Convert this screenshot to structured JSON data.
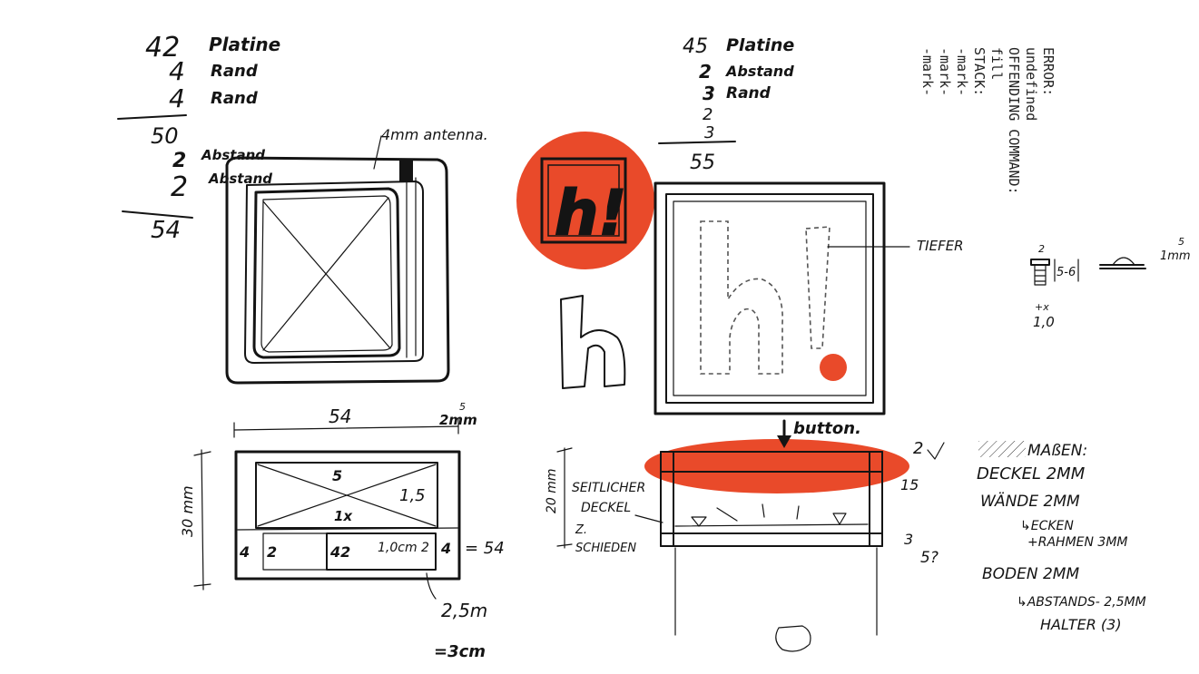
{
  "colors": {
    "ink": "#141414",
    "accent": "#e94a2a",
    "paper": "#ffffff"
  },
  "sketch1": {
    "sum_lines": [
      {
        "num": "42",
        "label": "Platine"
      },
      {
        "num": "4",
        "label": "Rand"
      },
      {
        "num": "4",
        "label": "Rand"
      }
    ],
    "subtotal": "50",
    "sum_lines2": [
      {
        "num": "2",
        "label": "Abstand"
      },
      {
        "num": "2",
        "label": "Abstand"
      }
    ],
    "total": "54",
    "antenna_label": "4mm antenna.",
    "section_width": "54",
    "section_height": "30 mm",
    "section_top_right": "2mm",
    "section_top_right_sup": "5",
    "section_inner_right": "1,5",
    "section_x": "5",
    "section_1x": "1x",
    "section_4_left": "4",
    "section_2": "2",
    "section_42": "42",
    "section_1cm": "1,0cm 2",
    "section_4_right": "4",
    "section_equals": "= 54",
    "section_25": "2,5m",
    "section_3cm": "=3cm"
  },
  "sketch2": {
    "sum_lines": [
      {
        "num": "45",
        "label": "Platine"
      },
      {
        "num": "2",
        "label": "Abstand"
      },
      {
        "num": "3",
        "label": "Rand"
      },
      {
        "num": "2",
        "label": ""
      },
      {
        "num": "3",
        "label": ""
      }
    ],
    "total": "55",
    "logo_text": "h!",
    "tiefer_label": "TIEFER",
    "button_label": "button.",
    "side_label_1": "SEITLICHER",
    "side_label_2": "DECKEL",
    "side_label_3": "Z.",
    "side_label_4": "SCHIEDEN",
    "side_height": "20 mm",
    "right_2": "2",
    "right_15": "15",
    "right_3": "3",
    "right_5": "5?"
  },
  "error_block": {
    "lines": [
      "ERROR:",
      "undefined",
      "OFFENDING COMMAND:",
      "fill",
      "STACK:",
      "-mark-",
      "-mark-",
      "-mark-"
    ]
  },
  "screw_detail": {
    "top": "2",
    "range": "5-6",
    "right_sup": "5",
    "right": "1mm",
    "bottom_small": "+x",
    "bottom": "1,0"
  },
  "notes": {
    "heading": "MAßEN:",
    "lines": [
      "DECKEL 2MM",
      "WÄNDE 2MM",
      "↳ECKEN",
      "+RAHMEN 3MM",
      "BODEN 2MM",
      "↳ABSTANDS- 2,5MM",
      "HALTER (3)"
    ]
  }
}
